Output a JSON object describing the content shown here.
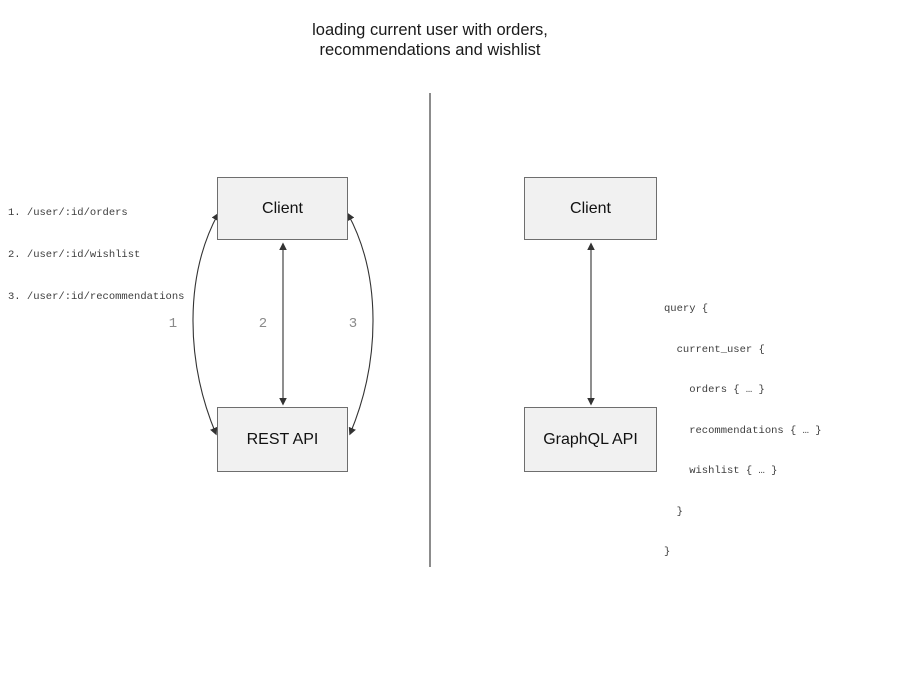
{
  "title": {
    "line1": "loading current user with orders,",
    "line2": "recommendations and wishlist"
  },
  "left_panel": {
    "endpoints": [
      "1. /user/:id/orders",
      "2. /user/:id/wishlist",
      "3. /user/:id/recommendations"
    ],
    "client_label": "Client",
    "api_label": "REST API",
    "arrow_labels": [
      "1",
      "2",
      "3"
    ]
  },
  "right_panel": {
    "client_label": "Client",
    "api_label": "GraphQL API",
    "query_lines": [
      "query {",
      "  current_user {",
      "    orders { … }",
      "    recommendations { … }",
      "    wishlist { … }",
      "  }",
      "}"
    ]
  },
  "colors": {
    "box_fill": "#f1f1f1",
    "box_border": "#6e6e6e",
    "arrow": "#333333",
    "divider": "#666666",
    "arrow_label_text": "#8a8a8a",
    "code_text": "#3d3d3d",
    "title_text": "#1a1a1a"
  }
}
